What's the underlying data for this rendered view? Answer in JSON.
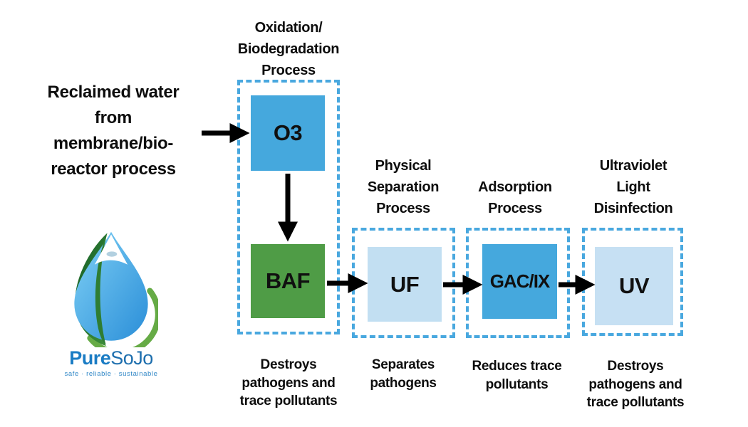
{
  "source": {
    "lines": [
      "Reclaimed water",
      "from",
      "membrane/bio-",
      "reactor process"
    ]
  },
  "stages": [
    {
      "title_lines": [
        "Oxidation/",
        "Biodegradation",
        "Process"
      ],
      "caption_lines": [
        "Destroys",
        "pathogens and",
        "trace pollutants"
      ],
      "nodes": [
        {
          "label": "O3",
          "color": "#45a8dd"
        },
        {
          "label": "BAF",
          "color": "#4f9c46"
        }
      ]
    },
    {
      "title_lines": [
        "Physical",
        "Separation",
        "Process"
      ],
      "caption_lines": [
        "Separates",
        "pathogens"
      ],
      "nodes": [
        {
          "label": "UF",
          "color": "#c2dff2"
        }
      ]
    },
    {
      "title_lines": [
        "Adsorption",
        "Process"
      ],
      "caption_lines": [
        "Reduces trace",
        "pollutants"
      ],
      "nodes": [
        {
          "label": "GAC/IX",
          "color": "#45a8dd"
        }
      ]
    },
    {
      "title_lines": [
        "Ultraviolet",
        "Light",
        "Disinfection"
      ],
      "caption_lines": [
        "Destroys",
        "pathogens and",
        "trace pollutants"
      ],
      "nodes": [
        {
          "label": "UV",
          "color": "#c6e0f3"
        }
      ]
    }
  ],
  "logo": {
    "brand_primary": "Pure",
    "brand_secondary": "SoJo",
    "tagline": "safe · reliable · sustainable"
  },
  "colors": {
    "dashed_border": "#49a8df",
    "box_blue": "#45a8dd",
    "box_green": "#4f9c46",
    "box_light_blue": "#c2dff2",
    "arrow": "#000000"
  }
}
